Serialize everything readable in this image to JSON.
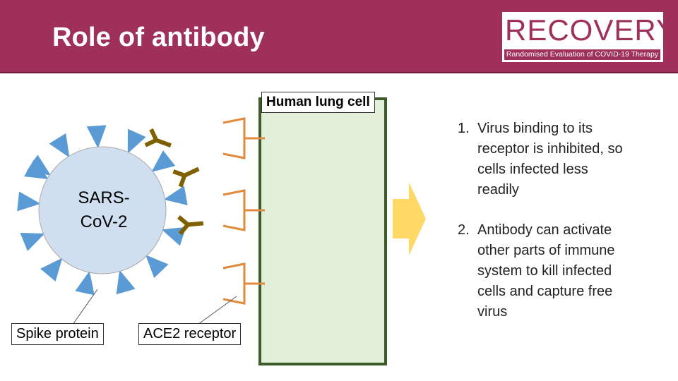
{
  "header": {
    "title": "Role of antibody",
    "logo_text": "RECOVERY",
    "logo_subtitle": "Randomised Evaluation of COVID-19 Therapy"
  },
  "colors": {
    "header": "#9e3059",
    "virus_fill": "#cfdff0",
    "spike": "#5b9bd5",
    "antibody": "#7f6000",
    "receptor": "#e08a3c",
    "cell_fill": "#e2efd9",
    "cell_border": "#3d5a2a",
    "arrow": "#ffd966"
  },
  "diagram": {
    "cell_label": "Human lung cell",
    "virus_label": "SARS-Co​V-2",
    "spike_label": "Spike protein",
    "receptor_label": "ACE2 receptor"
  },
  "points": [
    {
      "num": "1.",
      "text": "Virus binding to its receptor is inhibited, so cells infected less readily"
    },
    {
      "num": "2.",
      "text": "Antibody can activate other parts of immune system to kill infected cells and capture free virus"
    }
  ]
}
